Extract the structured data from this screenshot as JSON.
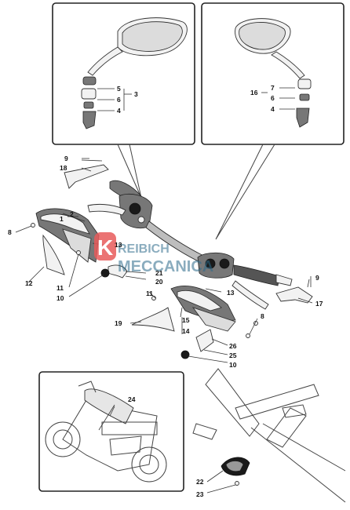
{
  "labels": {
    "l1": "1",
    "l2": "2",
    "l3": "3",
    "l4a": "4",
    "l4b": "4",
    "l5": "5",
    "l6a": "6",
    "l6b": "6",
    "l7": "7",
    "l8a": "8",
    "l8b": "8",
    "l9a": "9",
    "l9b": "9",
    "l10a": "10",
    "l10b": "10",
    "l11a": "11",
    "l11b": "11",
    "l12": "12",
    "l13a": "13",
    "l13b": "13",
    "l14": "14",
    "l15": "15",
    "l16": "16",
    "l17": "17",
    "l18": "18",
    "l19": "19",
    "l20": "20",
    "l21": "21",
    "l22": "22",
    "l23": "23",
    "l24": "24",
    "l25": "25",
    "l26": "26"
  },
  "watermark": {
    "line1": "REIBICH",
    "line2": "MECCANICA",
    "logo_letter": "K",
    "logo_color": "#e85a5a"
  },
  "colors": {
    "lines": "#333333",
    "watermark": "#2b6a8a"
  }
}
